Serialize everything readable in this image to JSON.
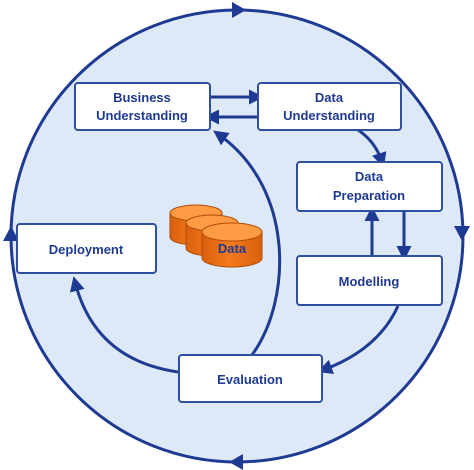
{
  "phases": {
    "business_understanding": [
      "Business",
      "Understanding"
    ],
    "data_understanding": [
      "Data",
      "Understanding"
    ],
    "data_preparation": [
      "Data",
      "Preparation"
    ],
    "modelling": "Modelling",
    "evaluation": "Evaluation",
    "deployment": "Deployment"
  },
  "data_store": {
    "label": "Data"
  },
  "colors": {
    "circle_fill": "#dde9f7",
    "arrow": "#1f3a93",
    "box_border": "#2f4f9f",
    "text": "#1f3a93",
    "cylinder": "#f47a1c",
    "cylinder_top": "#ff9a45"
  }
}
